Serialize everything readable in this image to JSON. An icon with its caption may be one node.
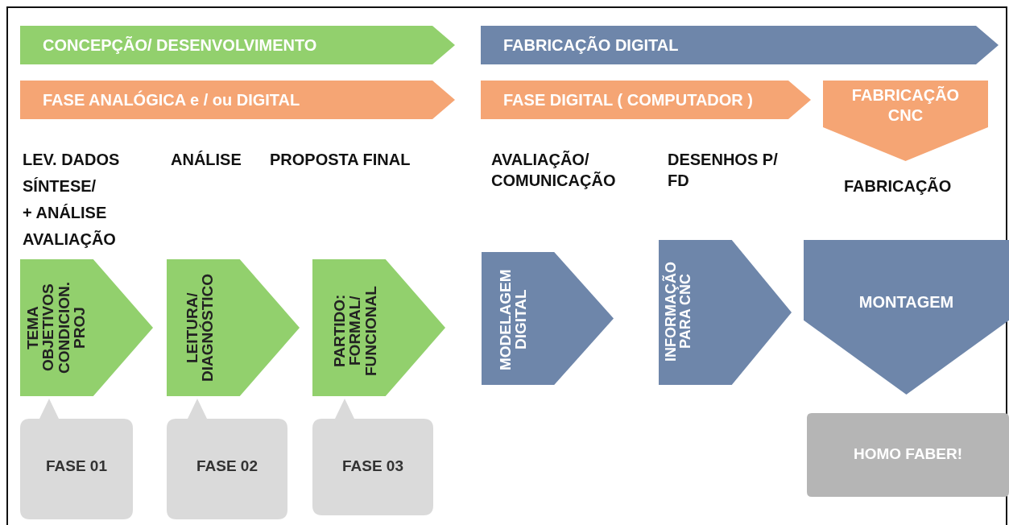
{
  "diagram": {
    "nodes": [
      {
        "text": [
          "CONCEPÇÃO/ DESENVOLVIMENTO"
        ]
      },
      {
        "text": [
          "FABRICAÇÃO DIGITAL"
        ]
      },
      {
        "text": [
          "FASE ANALÓGICA e / ou DIGITAL"
        ]
      },
      {
        "text": [
          "FASE DIGITAL ( COMPUTADOR )"
        ]
      },
      {
        "text": [
          "FABRICAÇÃO CNC"
        ]
      },
      {
        "text": [
          "TEMA OBJETIVOS CONDICION. PROJ"
        ]
      },
      {
        "text": [
          "LEITURA/ DIAGNÓSTICO"
        ]
      },
      {
        "text": [
          "PARTIDO: FORMAL/ FUNCIONAL"
        ]
      },
      {
        "text": [
          "MODELAGEM DIGITAL"
        ]
      },
      {
        "text": [
          "INFORMAÇÃO PARA CNC"
        ]
      },
      {
        "text": [
          "MONTAGEM"
        ]
      },
      {
        "text": [
          "FASE 01"
        ]
      },
      {
        "text": [
          "FASE 02"
        ]
      },
      {
        "text": [
          "FASE 03"
        ]
      },
      {
        "text": [
          "HOMO FABER!"
        ]
      }
    ],
    "labels": [
      "LEV. DADOS",
      "ANÁLISE",
      "PROPOSTA FINAL",
      "SÍNTESE/",
      "+ ANÁLISE",
      "AVALIAÇÃO",
      "AVALIAÇÃO/ COMUNICAÇÃO",
      "DESENHOS P/ FD",
      "FABRICAÇÃO"
    ]
  }
}
